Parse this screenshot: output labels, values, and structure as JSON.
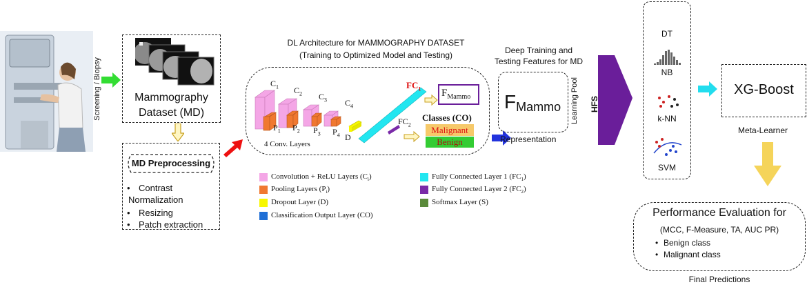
{
  "screening_label": "Screening / Biopsy",
  "dataset": {
    "title_line1": "Mammography",
    "title_line2": "Dataset (MD)"
  },
  "preprocessing": {
    "title": "MD Preprocessing",
    "items": [
      "Contrast",
      "Normalization",
      "Resizing",
      "Patch extraction"
    ]
  },
  "dl": {
    "title_line1": "DL Architecture for MAMMOGRAPHY DATASET",
    "title_line2": "(Training to Optimized Model and Testing)",
    "conv_labels": [
      "C",
      "C",
      "C",
      "C"
    ],
    "conv_subs": [
      "1",
      "2",
      "3",
      "4"
    ],
    "pool_labels": [
      "P",
      "P",
      "P",
      "P"
    ],
    "pool_subs": [
      "1",
      "2",
      "3",
      "4"
    ],
    "dropout_label": "D",
    "conv_layers_caption": "4 Conv. Layers",
    "fc1_label": "FC",
    "fc1_sub": "1",
    "fc2_label": "FC",
    "fc2_sub": "2",
    "fmammo_box": "F",
    "fmammo_sub": "Mammo",
    "classes_title": "Classes (CO)",
    "class_malignant": "Malignant",
    "class_benign": "Benign"
  },
  "legend": [
    {
      "text": "Convolution + ReLU Layers (C",
      "sub": "i",
      "tail": ")",
      "color": "#f4a6e6"
    },
    {
      "text": "Pooling Layers (P",
      "sub": "i",
      "tail": ")",
      "color": "#f07830"
    },
    {
      "text": "Dropout Layer (D)",
      "sub": "",
      "tail": "",
      "color": "#f7f700"
    },
    {
      "text": "Classification Output Layer (CO)",
      "sub": "",
      "tail": "",
      "color": "#1f6fd6"
    },
    {
      "text": "Fully Connected Layer 1 (FC",
      "sub": "1",
      "tail": ")",
      "color": "#22e6f0"
    },
    {
      "text": "Fully Connected Layer 2 (FC",
      "sub": "2",
      "tail": ")",
      "color": "#7a2aa8"
    },
    {
      "text": "Softmax Layer (S)",
      "sub": "",
      "tail": "",
      "color": "#5a8a3a"
    }
  ],
  "features": {
    "title_line1": "Deep Training and",
    "title_line2": "Testing Features for MD",
    "main": "F",
    "main_sub": "Mammo",
    "representation": "Representation",
    "learning_pool": "Learning Pool"
  },
  "hfs_label": "HFS",
  "classifiers": [
    "DT",
    "NB",
    "k-NN",
    "SVM"
  ],
  "xgboost": {
    "label": "XG-Boost",
    "caption": "Meta-Learner"
  },
  "evaluation": {
    "title": "Performance Evaluation for",
    "metrics": "(MCC, F-Measure, TA, AUC PR)",
    "items": [
      "Benign class",
      "Malignant class"
    ],
    "caption": "Final Predictions"
  },
  "colors": {
    "green_arrow": "#33dd33",
    "red_arrow": "#ee1111",
    "blue_arrow": "#2233dd",
    "cyan_arrow": "#22ddee",
    "yellow_arrow": "#f5d45a",
    "purple": "#6a1e9a",
    "malignant_bg": "#f6c96a",
    "benign_bg": "#33cc33"
  }
}
